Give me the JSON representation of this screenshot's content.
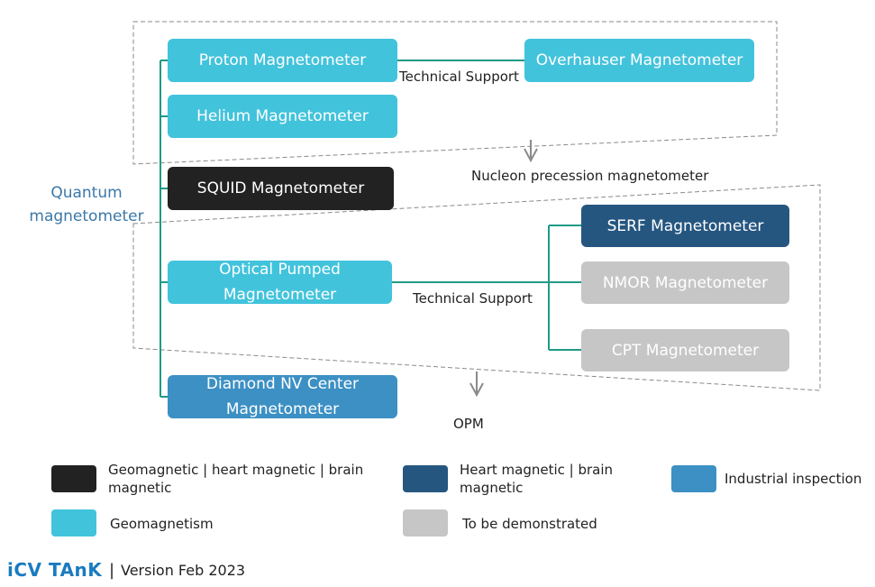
{
  "root": {
    "label_line1": "Quantum",
    "label_line2": "magnetometer"
  },
  "nodes": {
    "proton": "Proton Magnetometer",
    "overhauser": "Overhauser Magnetometer",
    "helium": "Helium Magnetometer",
    "squid": "SQUID Magnetometer",
    "optical_line1": "Optical Pumped",
    "optical_line2": "Magnetometer",
    "diamond_line1": "Diamond NV Center",
    "diamond_line2": "Magnetometer",
    "serf": "SERF Magnetometer",
    "nmor": "NMOR Magnetometer",
    "cpt": "CPT Magnetometer"
  },
  "edges": {
    "tech_support_top": "Technical Support",
    "tech_support_mid": "Technical Support"
  },
  "groups": {
    "nucleon": "Nucleon precession magnetometer",
    "opm": "OPM"
  },
  "legend": [
    {
      "text_line1": "Geomagnetic | heart magnetic | brain",
      "text_line2": "magnetic",
      "color": "#222222"
    },
    {
      "text_line1": "Heart magnetic | brain",
      "text_line2": "magnetic",
      "color": "#255680"
    },
    {
      "text_line1": "Industrial inspection",
      "text_line2": "",
      "color": "#3c90c4"
    },
    {
      "text_line1": "Geomagnetism",
      "text_line2": "",
      "color": "#42c3dc"
    },
    {
      "text_line1": "To be demonstrated",
      "text_line2": "",
      "color": "#c6c6c6"
    }
  ],
  "footer": {
    "logo": "iCV TAnK",
    "separator": "|",
    "version": "Version Feb 2023"
  },
  "colors": {
    "connector": "#1f9a86",
    "dash": "#8a8a8a",
    "accent_text": "#3a78a9"
  }
}
